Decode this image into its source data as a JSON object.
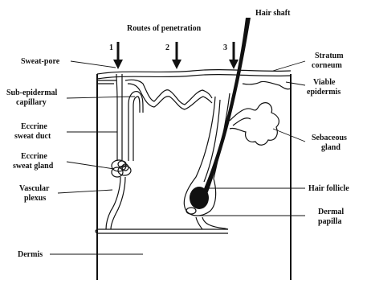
{
  "diagram": {
    "title": "Routes of penetration",
    "routes": [
      "1",
      "2",
      "3"
    ],
    "labels": {
      "hair_shaft": "Hair shaft",
      "sweat_pore": "Sweat-pore",
      "sub_epidermal_1": "Sub-epidermal",
      "sub_epidermal_2": "capillary",
      "eccrine_duct_1": "Eccrine",
      "eccrine_duct_2": "sweat duct",
      "eccrine_gland_1": "Eccrine",
      "eccrine_gland_2": "sweat gland",
      "vascular_1": "Vascular",
      "vascular_2": "plexus",
      "dermis": "Dermis",
      "stratum_1": "Stratum",
      "stratum_2": "corneum",
      "viable_1": "Viable",
      "viable_2": "epidermis",
      "sebaceous_1": "Sebaceous",
      "sebaceous_2": "gland",
      "hair_follicle": "Hair follicle",
      "dermal_papilla_1": "Dermal",
      "dermal_papilla_2": "papilla"
    }
  }
}
